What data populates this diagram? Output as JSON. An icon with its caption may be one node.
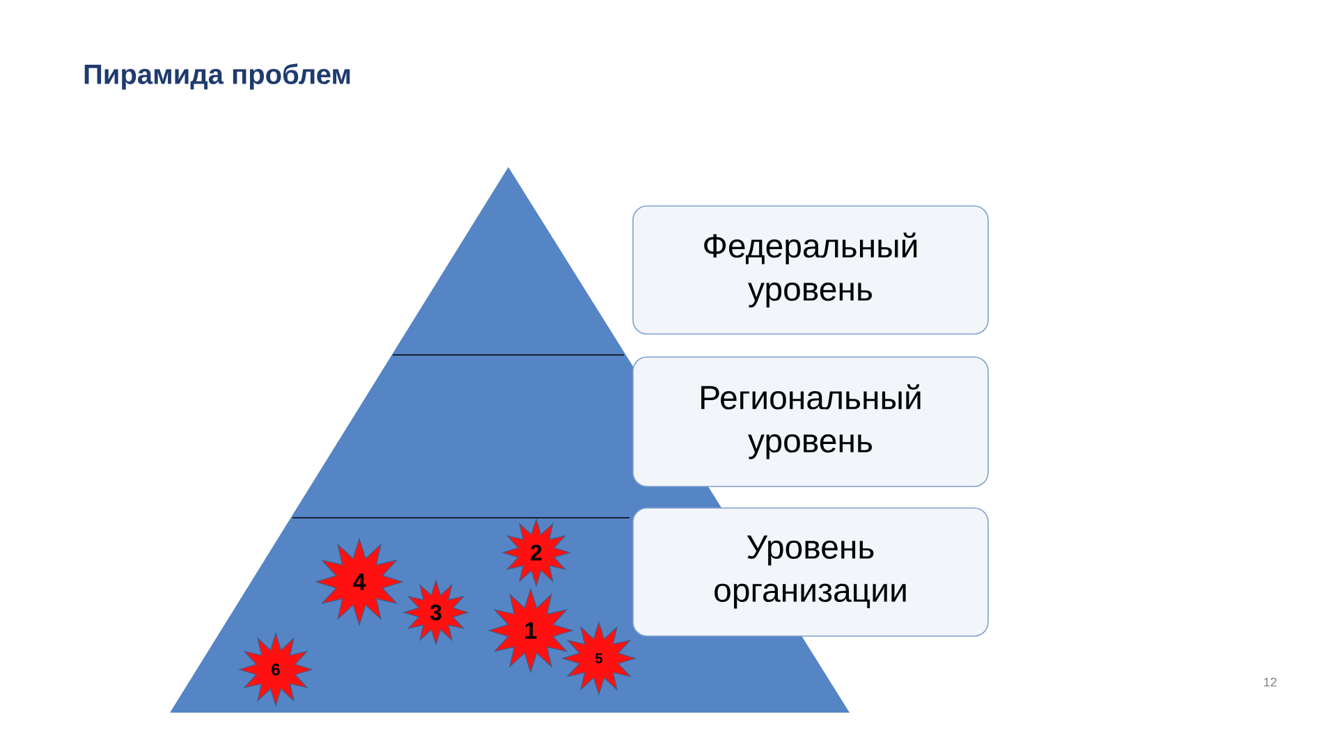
{
  "diagram": {
    "title": "Пирамида проблем",
    "nodes": [
      {
        "text": [],
        "shape": "triangle"
      },
      {
        "text": [
          "2"
        ],
        "in": 0
      },
      {
        "text": [
          "4"
        ],
        "in": 0
      },
      {
        "text": [
          "3"
        ],
        "in": 0
      },
      {
        "text": [
          "1"
        ],
        "in": 0
      },
      {
        "text": [
          "5"
        ],
        "in": 0
      },
      {
        "text": [
          "6"
        ],
        "in": 0
      },
      {
        "text": [
          "Федеральный уровень"
        ]
      },
      {
        "text": [
          "Региональный уровень"
        ]
      },
      {
        "text": [
          "Уровень организации"
        ]
      }
    ],
    "labels": [
      "12"
    ]
  }
}
